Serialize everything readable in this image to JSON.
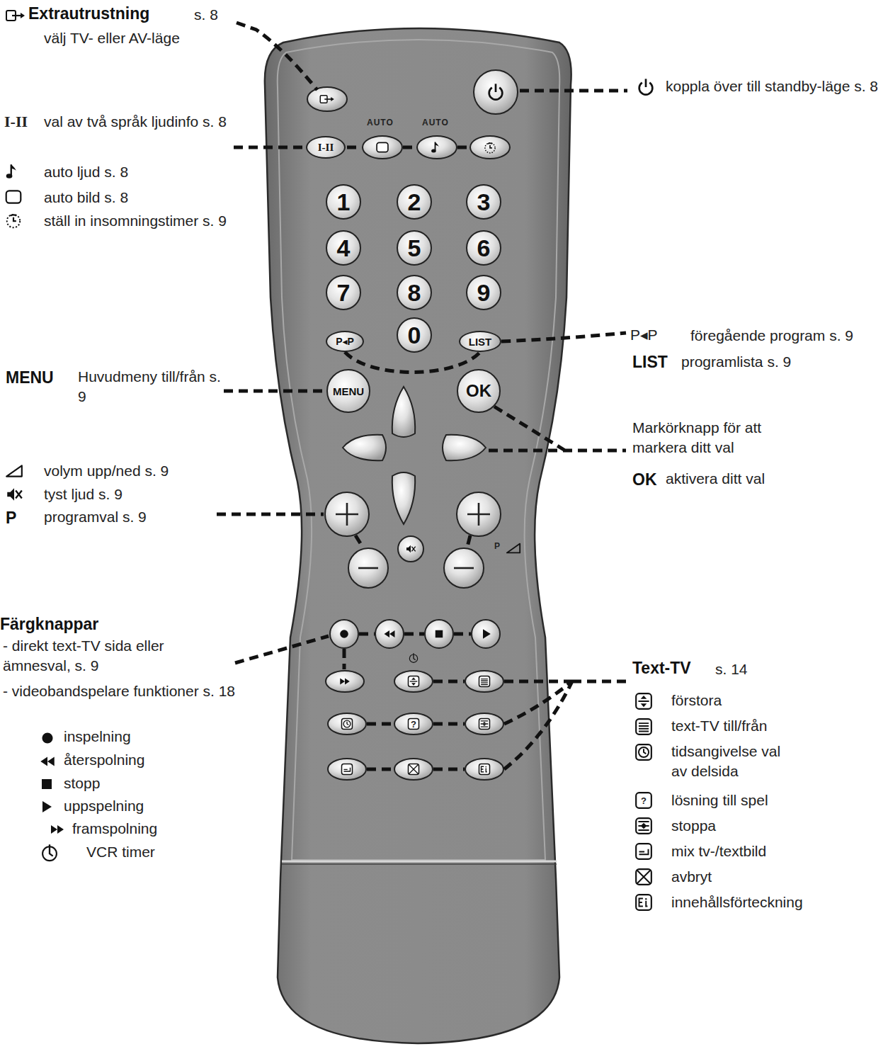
{
  "diagram": {
    "nodes": [
      {
        "text": [
          "I-II"
        ]
      },
      {
        "text": [
          "1"
        ]
      },
      {
        "text": [
          "2"
        ]
      },
      {
        "text": [
          "3"
        ]
      },
      {
        "text": [
          "4"
        ]
      },
      {
        "text": [
          "5"
        ]
      },
      {
        "text": [
          "6"
        ]
      },
      {
        "text": [
          "7"
        ]
      },
      {
        "text": [
          "8"
        ]
      },
      {
        "text": [
          "9"
        ]
      },
      {
        "text": [
          "P◂P"
        ]
      },
      {
        "text": [
          "0"
        ]
      },
      {
        "text": [
          "LIST"
        ]
      },
      {
        "text": [
          "MENU"
        ]
      },
      {
        "text": [
          "OK"
        ]
      }
    ],
    "edges": [
      {
        "from": 10,
        "to": 12,
        "arrow": "none"
      }
    ],
    "labels": [
      "Extrautrustning",
      "s. 8",
      "välj TV- eller AV-läge",
      "I-II",
      "val av två språk ljudinfo s. 8",
      "auto ljud s. 8",
      "auto bild s. 8",
      "ställ in insomningstimer s. 9",
      "AUTO",
      "AUTO",
      "koppla över till standby-läge s. 8",
      "P◂P",
      "föregående program s. 9",
      "LIST",
      "programlista s. 9",
      "MENU",
      "Huvudmeny till/från s. 9",
      "Markörknapp för att markera ditt val",
      "OK",
      "aktivera ditt val",
      "volym upp/ned s. 9",
      "tyst ljud s. 9",
      "P",
      "programval s. 9",
      "P",
      "Färgknappar",
      "- direkt text-TV sida eller ämnesval, s. 9",
      "- videobandspelare funktioner s. 18",
      "inspelning",
      "återspolning",
      "stopp",
      "uppspelning",
      "framspolning",
      "VCR timer",
      "Text-TV",
      "s. 14",
      "förstora",
      "text-TV till/från",
      "tidsangivelse val av delsida",
      "lösning till spel",
      "stoppa",
      "mix tv-/textbild",
      "avbryt",
      "innehållsförteckning",
      "?",
      "?"
    ]
  }
}
